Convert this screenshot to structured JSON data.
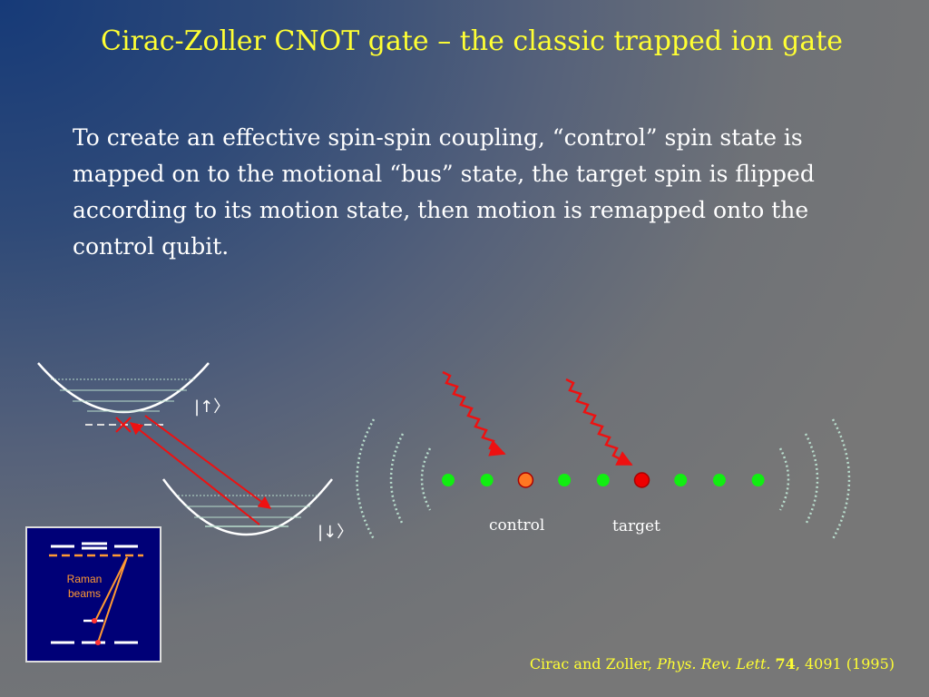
{
  "title": "Cirac-Zoller CNOT gate – the classic  trapped ion gate",
  "body": "To create an effective spin-spin coupling, “control” spin state is mapped on to the motional “bus” state, the target spin is flipped according to its motion state, then motion is remapped onto the control qubit.",
  "diagram": {
    "state_up": "|↑〉",
    "state_down": "|↓〉",
    "ion_chain": [
      "green",
      "green",
      "control",
      "green",
      "green",
      "target",
      "green",
      "green",
      "green"
    ],
    "control_label": "control",
    "target_label": "target",
    "inset": {
      "raman_line1": "Raman",
      "raman_line2": "beams"
    }
  },
  "citation": {
    "authors": "Cirac and Zoller, ",
    "journal": "Phys. Rev. Lett.",
    "volume": "74",
    "pages": ", 4091 (1995)"
  },
  "colors": {
    "title": "#ffff33",
    "text": "#ffffff",
    "arrow_red": "#ee1111",
    "ion_green": "#11ee11",
    "ion_control": "#ff7722",
    "ion_target": "#ee0000",
    "wave": "#b8dccc",
    "inset_bg": "#000077",
    "inset_beam": "#ff9933"
  }
}
